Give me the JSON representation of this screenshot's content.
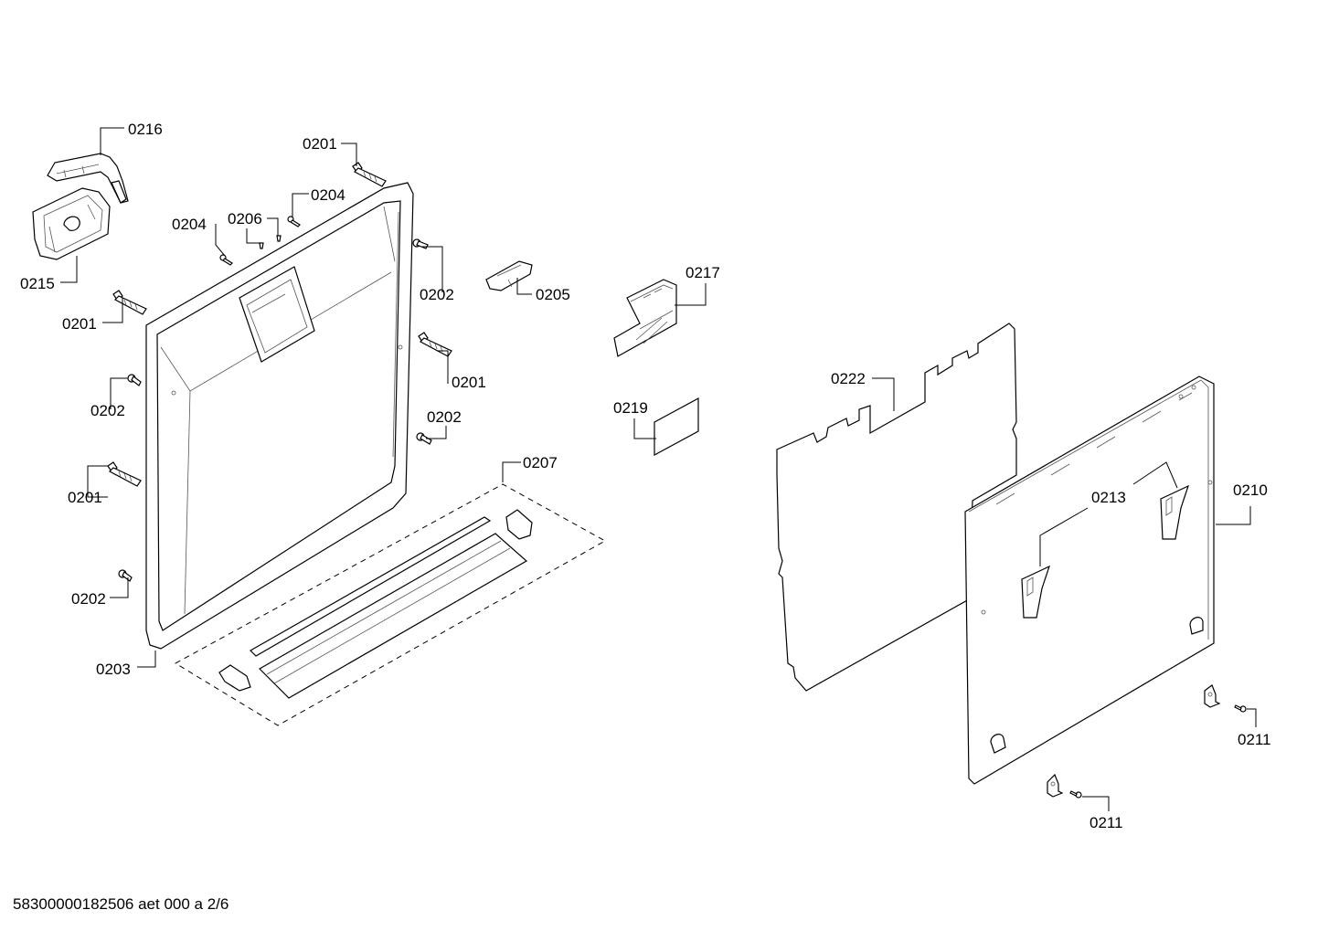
{
  "labels": {
    "l0216": "0216",
    "l0215": "0215",
    "l0201a": "0201",
    "l0201b": "0201",
    "l0201c": "0201",
    "l0201d": "0201",
    "l0204a": "0204",
    "l0204b": "0204",
    "l0206": "0206",
    "l0202a": "0202",
    "l0202b": "0202",
    "l0202c": "0202",
    "l0202d": "0202",
    "l0205": "0205",
    "l0207": "0207",
    "l0203": "0203",
    "l0217": "0217",
    "l0219": "0219",
    "l0222": "0222",
    "l0213": "0213",
    "l0210": "0210",
    "l0211a": "0211",
    "l0211b": "0211"
  },
  "footer": "58300000182506 aet 000 a 2/6"
}
